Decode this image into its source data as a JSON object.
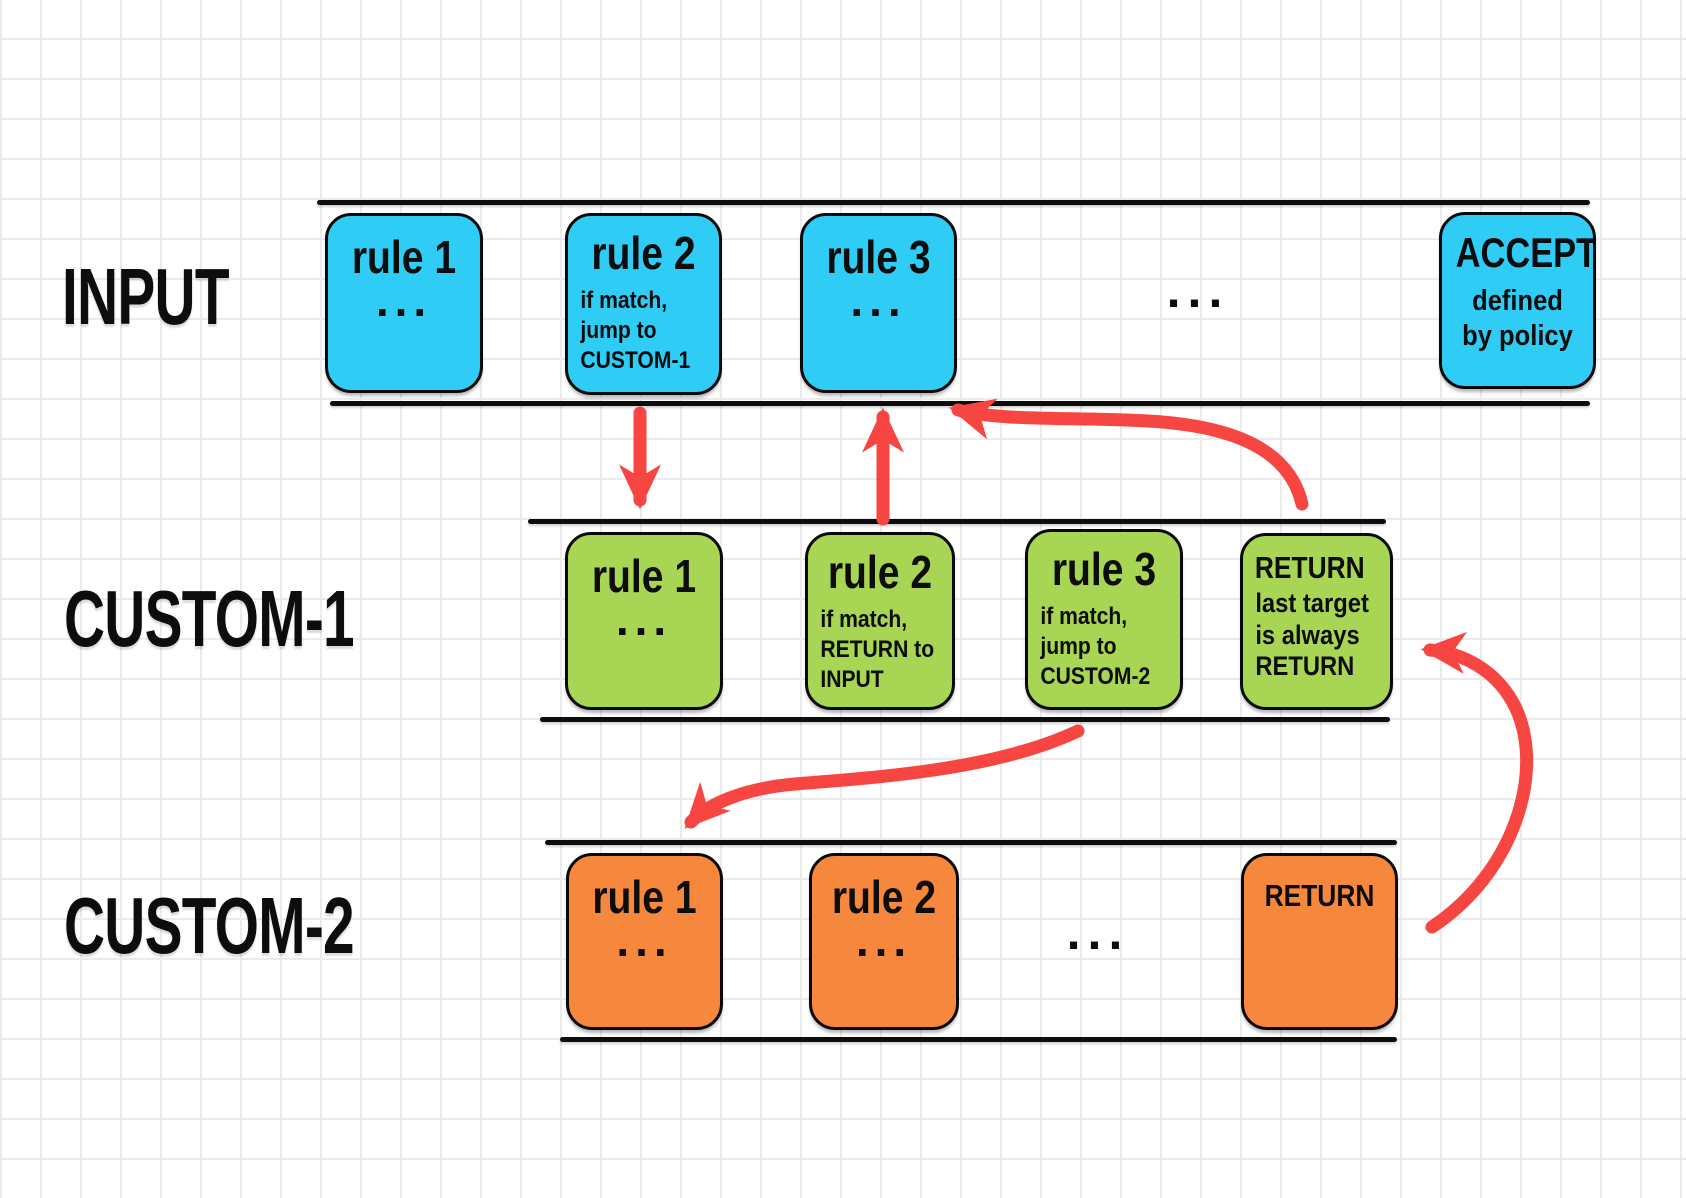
{
  "colors": {
    "rule_blue": "#2FCDF6",
    "rule_green": "#A8D554",
    "rule_orange": "#F6883E",
    "arrow_red": "#F74642",
    "line_black": "#0D0D0D",
    "grid_line": "#EBEBEB",
    "background": "#FFFFFF"
  },
  "chains": [
    {
      "label": "INPUT",
      "ellipsis": "...",
      "boxes": [
        {
          "title": "rule 1",
          "dots": "..."
        },
        {
          "title": "rule 2",
          "desc": [
            "if match,",
            "jump to",
            "CUSTOM-1"
          ]
        },
        {
          "title": "rule 3",
          "dots": "..."
        },
        {
          "title": "ACCEPT",
          "desc": [
            "defined",
            "by policy"
          ]
        }
      ]
    },
    {
      "label": "CUSTOM-1",
      "boxes": [
        {
          "title": "rule 1",
          "dots": "..."
        },
        {
          "title": "rule 2",
          "desc": [
            "if match,",
            "RETURN to",
            "INPUT"
          ]
        },
        {
          "title": "rule 3",
          "desc": [
            "if match,",
            "jump to",
            "CUSTOM-2"
          ]
        },
        {
          "title": "RETURN",
          "desc": [
            "last target",
            "is always",
            "RETURN"
          ]
        }
      ]
    },
    {
      "label": "CUSTOM-2",
      "ellipsis": "...",
      "boxes": [
        {
          "title": "rule 1",
          "dots": "..."
        },
        {
          "title": "rule 2",
          "dots": "..."
        },
        {
          "title": "RETURN"
        }
      ]
    }
  ]
}
